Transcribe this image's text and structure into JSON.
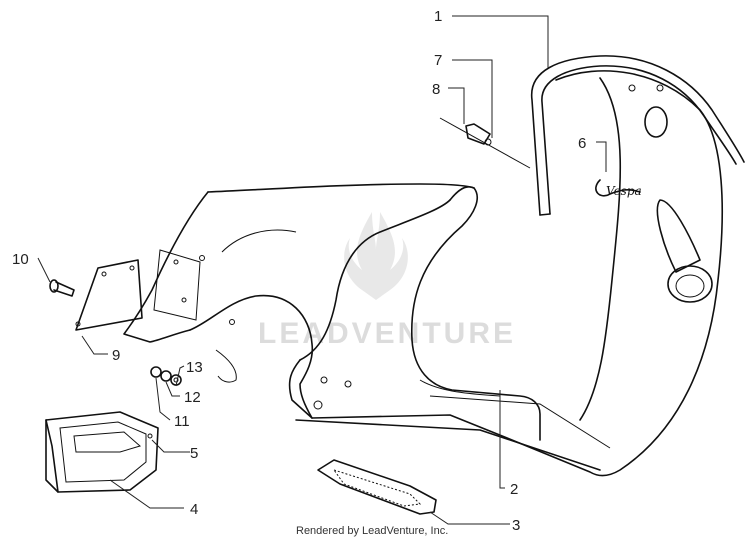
{
  "watermark": "LEADVENTURE",
  "credit": "Rendered by LeadVenture, Inc.",
  "callouts": [
    "1",
    "2",
    "3",
    "4",
    "5",
    "6",
    "7",
    "8",
    "9",
    "10",
    "11",
    "12",
    "13"
  ],
  "badge_text": "Vespa"
}
